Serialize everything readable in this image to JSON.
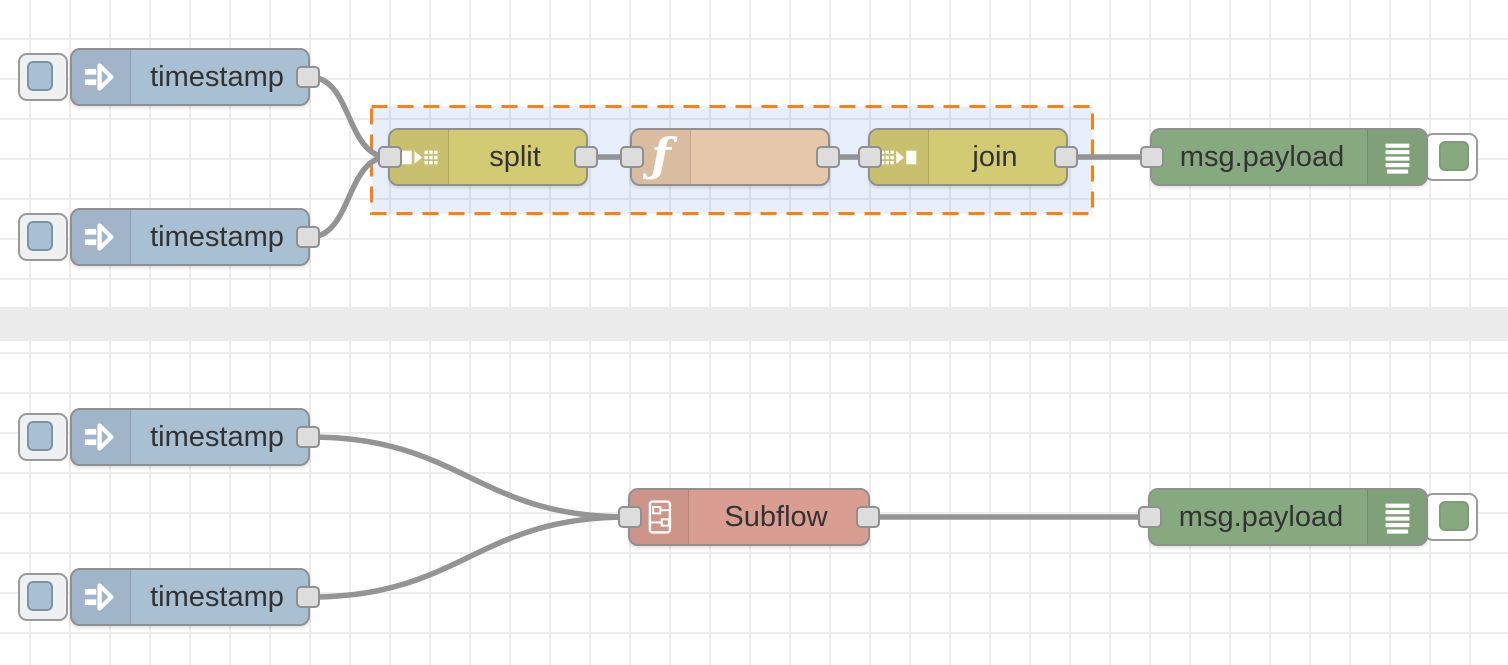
{
  "app": {
    "name": "Node-RED flow editor"
  },
  "colors": {
    "inject": "#a9bfd2",
    "split": "#d3cb74",
    "function": "#e6c7a9",
    "subflow": "#d99e91",
    "debug": "#87a980",
    "selection_border": "#ff7f0e",
    "selection_fill": "rgba(60,120,220,0.12)",
    "wire": "#949494",
    "grid_line": "#ededed",
    "divider": "#ececec",
    "node_border": "#909090",
    "port_fill": "#dddddd",
    "label_text": "#333333"
  },
  "icons": {
    "function_glyph": "ƒ"
  },
  "flows": {
    "top": {
      "inject1": {
        "type": "inject",
        "label": "timestamp"
      },
      "inject2": {
        "type": "inject",
        "label": "timestamp"
      },
      "split": {
        "type": "split",
        "label": "split"
      },
      "function": {
        "type": "function",
        "label": ""
      },
      "join": {
        "type": "join",
        "label": "join"
      },
      "debug": {
        "type": "debug",
        "label": "msg.payload"
      }
    },
    "bottom": {
      "inject1": {
        "type": "inject",
        "label": "timestamp"
      },
      "inject2": {
        "type": "inject",
        "label": "timestamp"
      },
      "subflow": {
        "type": "subflow",
        "label": "Subflow"
      },
      "debug": {
        "type": "debug",
        "label": "msg.payload"
      }
    }
  }
}
